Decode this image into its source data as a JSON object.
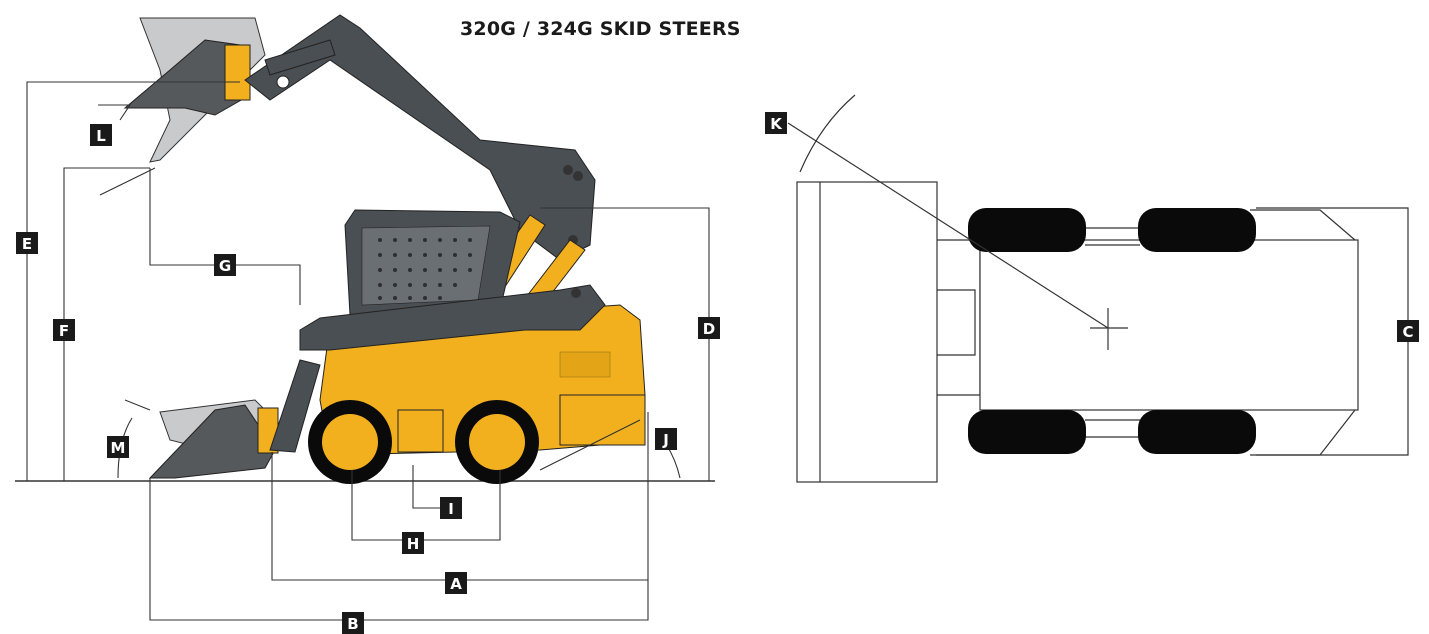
{
  "title": "320G / 324G SKID STEERS",
  "colors": {
    "boom": "#4a4f53",
    "body": "#f2b01e",
    "bucket": "#55595c",
    "bucket_light": "#c8cacc",
    "tire": "#0a0a0a",
    "line": "#333333",
    "label_bg": "#1a1a1a",
    "label_text": "#ffffff"
  },
  "dimension_labels": {
    "a": "A",
    "b": "B",
    "c": "C",
    "d": "D",
    "e": "E",
    "f": "F",
    "g": "G",
    "h": "H",
    "i": "I",
    "j": "J",
    "k": "K",
    "l": "L",
    "m": "M"
  }
}
